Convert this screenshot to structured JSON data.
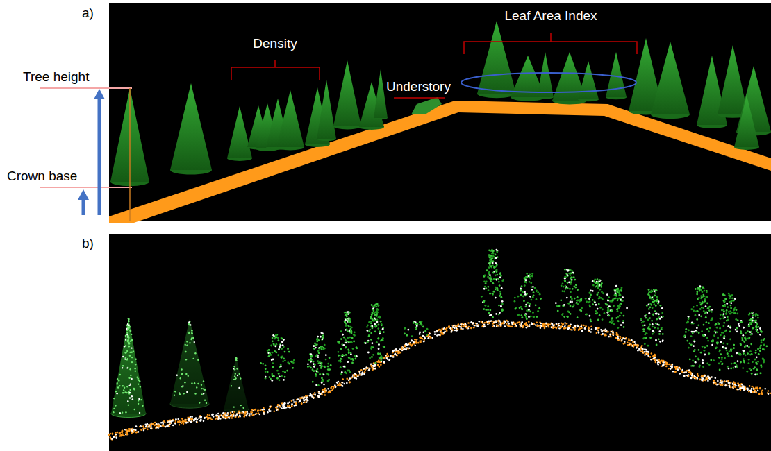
{
  "diagram": {
    "labels": [
      "a)",
      "Leaf Area Index",
      "Density",
      "Tree height",
      "Understory",
      "Crown base",
      "b)"
    ]
  }
}
